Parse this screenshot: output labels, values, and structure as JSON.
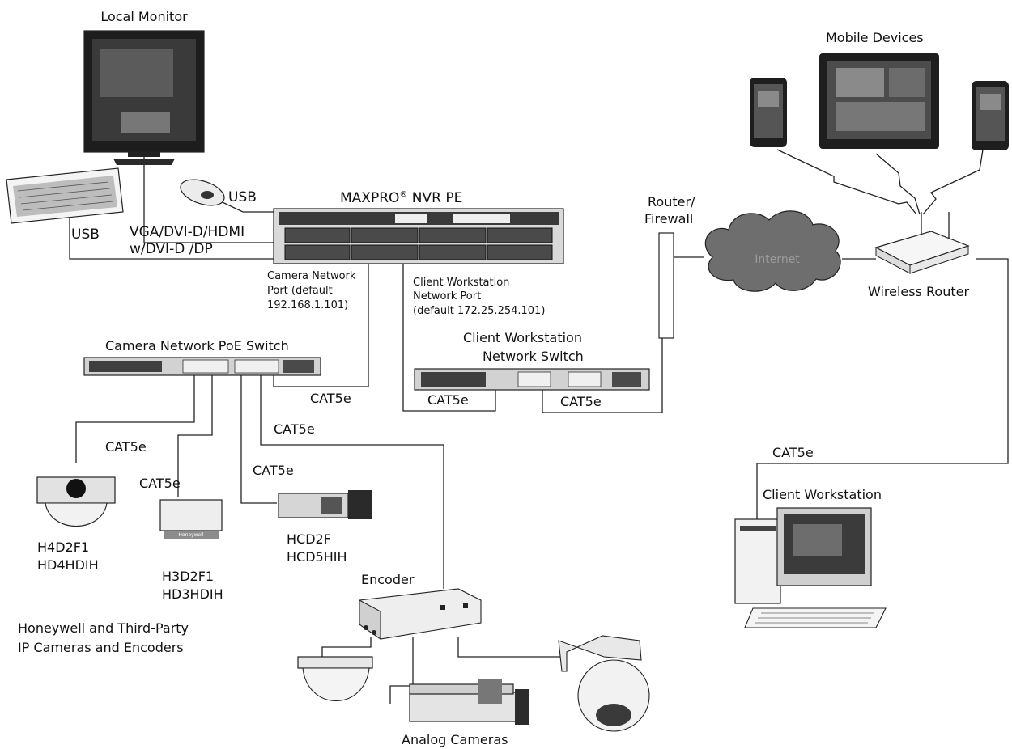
{
  "title": "MAXPRO",
  "title_mark": "®",
  "title_suffix": " NVR PE",
  "labels": {
    "local_monitor": "Local Monitor",
    "usb_mouse": "USB",
    "usb_keyboard": "USB",
    "video_out_line1": "VGA/DVI-D/HDMI",
    "video_out_line2": "w/DVI-D /DP",
    "camera_port_line1": "Camera Network",
    "camera_port_line2": "Port (default",
    "camera_port_line3": "192.168.1.101)",
    "client_port_line1": "Client Workstation",
    "client_port_line2": "Network Port",
    "client_port_line3": "(default 172.25.254.101)",
    "router_line1": "Router/",
    "router_line2": "Firewall",
    "internet": "Internet",
    "mobile_devices": "Mobile Devices",
    "wireless_router": "Wireless Router",
    "client_switch_line1": "Client Workstation",
    "client_switch_line2": "Network Switch",
    "poe_switch": "Camera Network PoE Switch",
    "client_workstation": "Client Workstation",
    "encoder": "Encoder",
    "analog_cameras": "Analog Cameras",
    "group_line1": "Honeywell and Third-Party",
    "group_line2": "IP Cameras and Encoders",
    "cam1_line1": "H4D2F1",
    "cam1_line2": "HD4HDIH",
    "cam2_line1": "H3D2F1",
    "cam2_line2": "HD3HDIH",
    "cam3_line1": "HCD2F",
    "cam3_line2": "HCD5HIH",
    "camera_brand": "Honeywell"
  },
  "cables": {
    "c1": "CAT5e",
    "c2": "CAT5e",
    "c3": "CAT5e",
    "c4": "CAT5e",
    "c5": "CAT5e",
    "c6": "CAT5e",
    "c7": "CAT5e",
    "c8": "CAT5e"
  },
  "colors": {
    "line": "#222222",
    "device_dark": "#2a2a2a",
    "device_light": "#e6e6e6",
    "cloud": "#6e6e6e"
  }
}
